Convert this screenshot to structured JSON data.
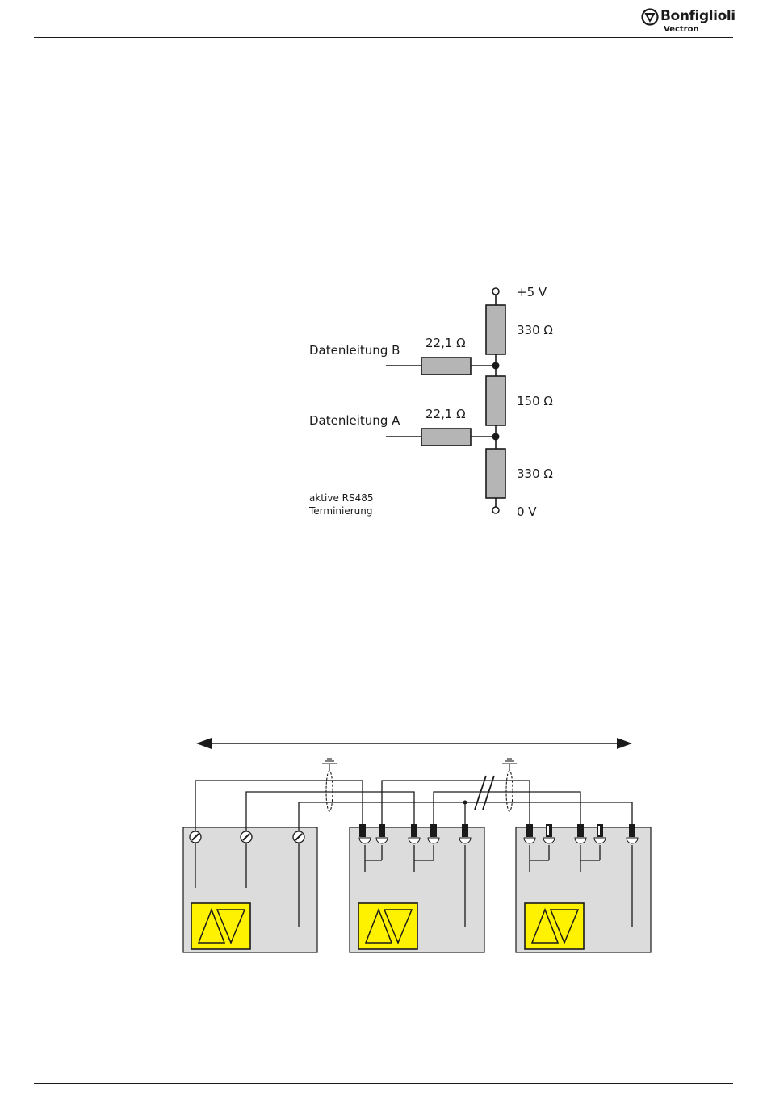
{
  "header": {
    "logo": {
      "brand": "Bonfiglioli",
      "sub": "Vectron",
      "icon": "bonfiglioli-triangle-logo-icon"
    }
  },
  "termination": {
    "line_b_label": "Datenleitung B",
    "line_a_label": "Datenleitung A",
    "series_resistor_b": "22,1 Ω",
    "series_resistor_a": "22,1 Ω",
    "supply_label": "+5 V",
    "ground_label": "0 V",
    "upper_resistor": "330 Ω",
    "middle_resistor": "150 Ω",
    "lower_resistor": "330 Ω",
    "caption_line1": "aktive RS485",
    "caption_line2": "Terminierung"
  },
  "colors": {
    "resistor_fill": "#b5b5b5",
    "device_fill": "#dcdcdc",
    "warning_fill": "#fff200",
    "line": "#1a1a1a"
  }
}
